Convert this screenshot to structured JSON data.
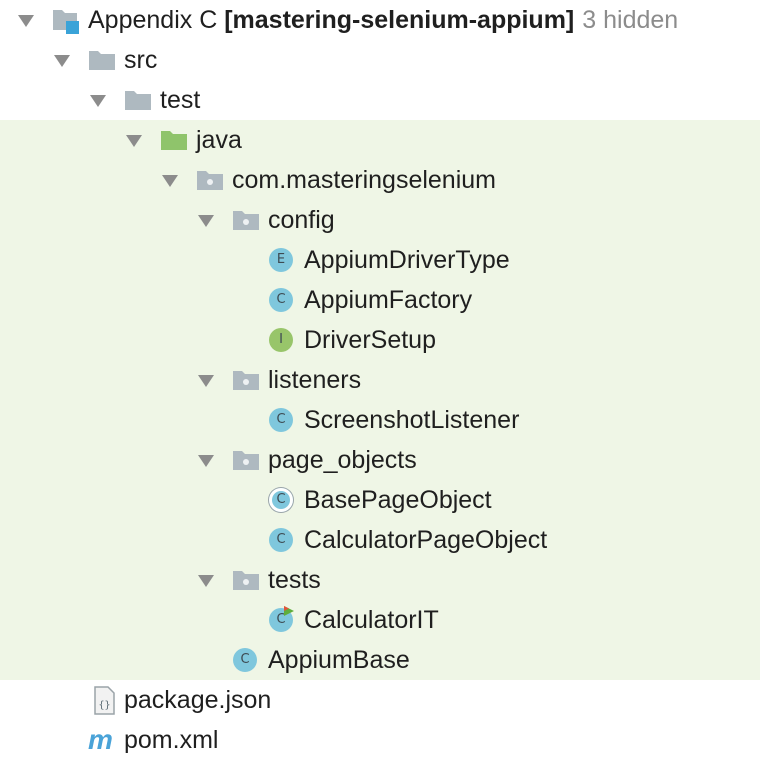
{
  "project": {
    "name": "Appendix C",
    "module": "[mastering-selenium-appium]",
    "hidden": "3 hidden"
  },
  "tree": {
    "src": "src",
    "test": "test",
    "java": "java",
    "package": "com.masteringselenium",
    "config": {
      "label": "config",
      "items": [
        {
          "label": "AppiumDriverType",
          "badge": "E"
        },
        {
          "label": "AppiumFactory",
          "badge": "C"
        },
        {
          "label": "DriverSetup",
          "badge": "I"
        }
      ]
    },
    "listeners": {
      "label": "listeners",
      "items": [
        {
          "label": "ScreenshotListener",
          "badge": "C"
        }
      ]
    },
    "page_objects": {
      "label": "page_objects",
      "items": [
        {
          "label": "BasePageObject",
          "badge": "C"
        },
        {
          "label": "CalculatorPageObject",
          "badge": "C"
        }
      ]
    },
    "tests": {
      "label": "tests",
      "items": [
        {
          "label": "CalculatorIT",
          "badge": "C"
        }
      ]
    },
    "base_class": {
      "label": "AppiumBase",
      "badge": "C"
    },
    "files": [
      {
        "label": "package.json",
        "icon": "json-file-icon"
      },
      {
        "label": "pom.xml",
        "icon": "maven-m-icon",
        "glyph": "m"
      }
    ]
  },
  "colors": {
    "highlight": "#eff6e6",
    "class_badge": "#7fc7dd",
    "interface_badge": "#98c56a",
    "folder": "#aeb9c0",
    "source_folder": "#8fc46b",
    "arrow": "#8c8c8c"
  }
}
